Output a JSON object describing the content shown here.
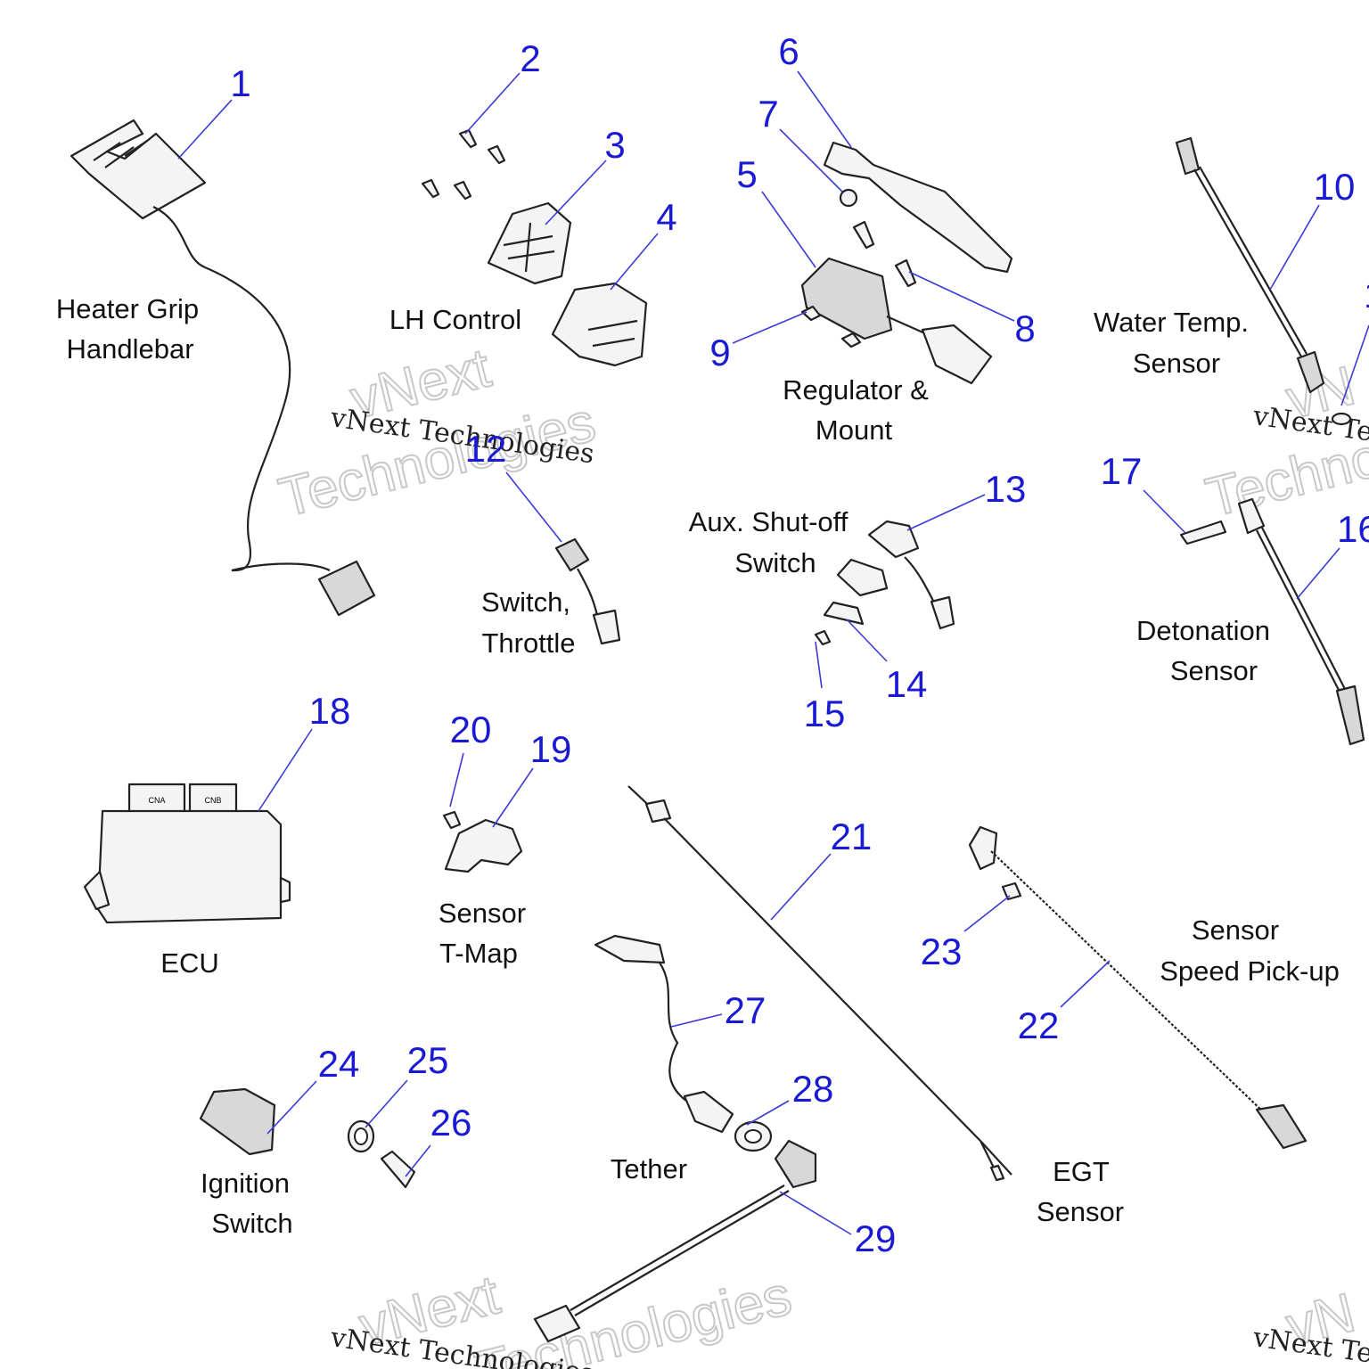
{
  "callouts": [
    {
      "id": "1",
      "text": "1"
    },
    {
      "id": "2",
      "text": "2"
    },
    {
      "id": "3",
      "text": "3"
    },
    {
      "id": "4",
      "text": "4"
    },
    {
      "id": "5",
      "text": "5"
    },
    {
      "id": "6",
      "text": "6"
    },
    {
      "id": "7",
      "text": "7"
    },
    {
      "id": "8",
      "text": "8"
    },
    {
      "id": "9",
      "text": "9"
    },
    {
      "id": "10",
      "text": "10"
    },
    {
      "id": "11",
      "text": "1"
    },
    {
      "id": "12",
      "text": "12"
    },
    {
      "id": "13",
      "text": "13"
    },
    {
      "id": "14",
      "text": "14"
    },
    {
      "id": "15",
      "text": "15"
    },
    {
      "id": "16",
      "text": "16"
    },
    {
      "id": "17",
      "text": "17"
    },
    {
      "id": "18",
      "text": "18"
    },
    {
      "id": "19",
      "text": "19"
    },
    {
      "id": "20",
      "text": "20"
    },
    {
      "id": "21",
      "text": "21"
    },
    {
      "id": "22",
      "text": "22"
    },
    {
      "id": "23",
      "text": "23"
    },
    {
      "id": "24",
      "text": "24"
    },
    {
      "id": "25",
      "text": "25"
    },
    {
      "id": "26",
      "text": "26"
    },
    {
      "id": "27",
      "text": "27"
    },
    {
      "id": "28",
      "text": "28"
    },
    {
      "id": "29",
      "text": "29"
    }
  ],
  "labels": {
    "heater_grip": [
      "Heater Grip",
      "Handlebar"
    ],
    "lh_control": [
      "LH Control"
    ],
    "regulator": [
      "Regulator &",
      "Mount"
    ],
    "water_temp": [
      "Water Temp.",
      "Sensor"
    ],
    "switch_throttle": [
      "Switch,",
      "Throttle"
    ],
    "aux_shutoff": [
      "Aux. Shut-off",
      "Switch"
    ],
    "detonation": [
      "Detonation",
      "Sensor"
    ],
    "ecu": [
      "ECU"
    ],
    "sensor_tmap": [
      "Sensor",
      "T-Map"
    ],
    "sensor_speed": [
      "Sensor",
      "Speed Pick-up"
    ],
    "ignition": [
      "Ignition",
      "Switch"
    ],
    "tether": [
      "Tether"
    ],
    "egt": [
      "EGT",
      "Sensor"
    ]
  },
  "part_marks": {
    "ecu_a": "CNA",
    "ecu_b": "CNB"
  },
  "watermark": {
    "line1": "vNext Technologies",
    "big1": "vNext",
    "big2": "Technologies",
    "small_right": "vNext Te",
    "big_right1": "vN",
    "big_right2": "Techno"
  }
}
